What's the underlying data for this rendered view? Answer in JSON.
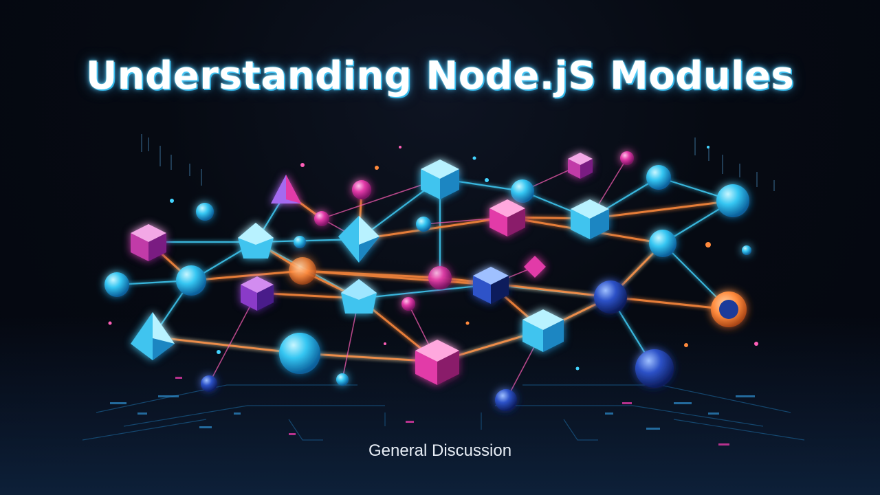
{
  "title": "Understanding Node.jS Modules",
  "subtitle": "General Discussion",
  "icons": [
    "module-network-illustration"
  ],
  "colors": {
    "cyan": "#3fd0ff",
    "magenta": "#e23aa8",
    "orange": "#ff8a3c",
    "navy": "#1a3a9a",
    "background": "#05080f"
  }
}
